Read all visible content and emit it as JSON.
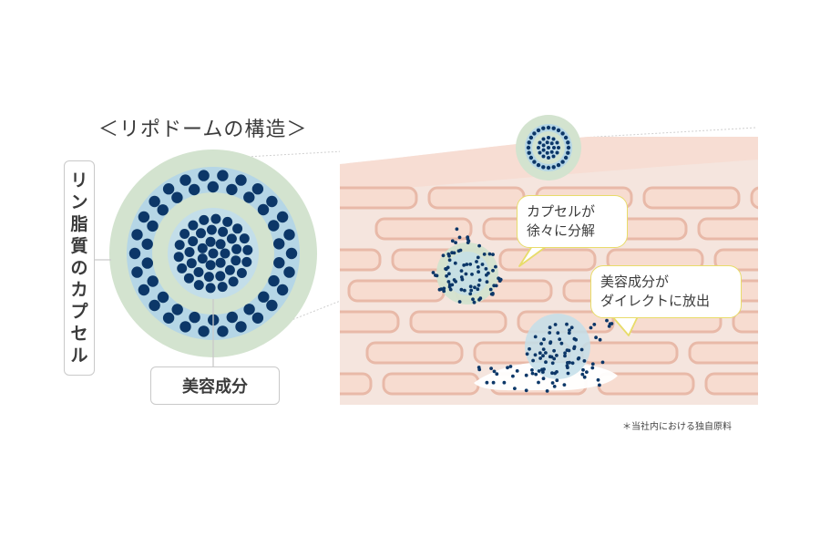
{
  "title": "＜リポドームの構造＞",
  "labels": {
    "capsule_chars": [
      "リ",
      "ン",
      "脂",
      "質",
      "の",
      "カ",
      "プ",
      "セ",
      "ル"
    ],
    "ingredient": "美容成分"
  },
  "callouts": [
    {
      "lines": [
        "カプセルが",
        "徐々に分解"
      ]
    },
    {
      "lines": [
        "美容成分が",
        "ダイレクトに放出"
      ]
    }
  ],
  "footnote": "＊当社内における独自原料",
  "colors": {
    "outer_ring": "#d3e3cf",
    "blue_band": "#b5d6e6",
    "core": "#c3dee9",
    "dot": "#0c3768",
    "skin_bg": "#f5e5de",
    "skin_surface": "#f7d9cc",
    "cell_border": "#e8b9a8",
    "cell_fill": "#f7dcd0",
    "bubble_border": "#e8dc6a"
  }
}
